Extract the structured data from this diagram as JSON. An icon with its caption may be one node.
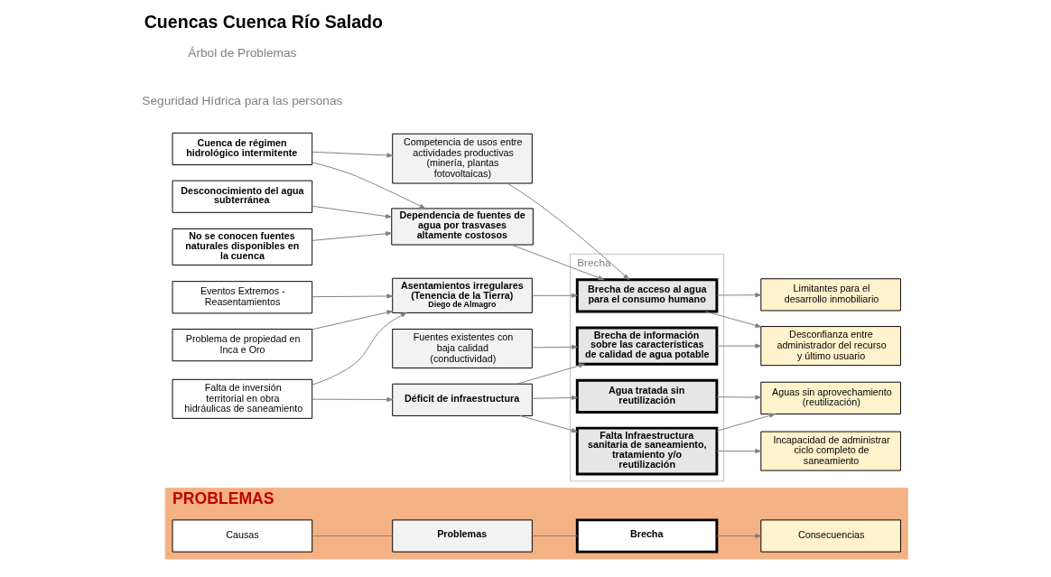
{
  "diagram": {
    "title": "Cuencas Cuenca Río Salado",
    "nodes": [
      {
        "text": [
          "PROBLEMAS"
        ]
      },
      {
        "text": [
          "Causas"
        ],
        "in": 0
      },
      {
        "text": [
          "Problemas"
        ],
        "in": 0
      },
      {
        "text": [
          "Brecha"
        ],
        "in": 0
      },
      {
        "text": [
          "Consecuencias"
        ],
        "in": 0
      },
      {
        "text": [
          "Cuenca de régimen hidrológico intermitente"
        ]
      },
      {
        "text": [
          "Desconocimiento del agua subterránea"
        ]
      },
      {
        "text": [
          "No se conocen fuentes naturales disponibles en la cuenca"
        ]
      },
      {
        "text": [
          "Eventos Extremos - Reasentamientos"
        ]
      },
      {
        "text": [
          "Problema de propiedad en Inca e Oro"
        ]
      },
      {
        "text": [
          "Falta de inversión territorial en obra hidráulicas de saneamiento"
        ]
      },
      {
        "text": [
          "Competencia de usos entre actividades productivas (minería, plantas fotovoltaicas)"
        ]
      },
      {
        "text": [
          "Dependencia de fuentes de agua por trasvases altamente costosos"
        ]
      },
      {
        "text": [
          "Fuentes existentes con baja calidad (conductividad)"
        ]
      },
      {
        "text": [
          "Asentamientos irregulares (Tenencia de la Tierra)",
          "Diego de Almagro"
        ]
      },
      {
        "text": [
          "Déficit de infraestructura"
        ]
      },
      {
        "text": [
          "Brecha"
        ]
      },
      {
        "text": [
          "Brecha de acceso al agua para el consumo humano"
        ],
        "in": 16
      },
      {
        "text": [
          "Brecha de información sobre las características de calidad de agua potable"
        ],
        "in": 16
      },
      {
        "text": [
          "Falta Infraestructura sanitaria de saneamiento, tratamiento y/o reutilización"
        ],
        "in": 16
      },
      {
        "text": [
          "Agua tratada sin reutilización"
        ],
        "in": 16
      },
      {
        "text": [
          "Limitantes para el desarrollo inmobiliario"
        ]
      },
      {
        "text": [
          "Desconfianza entre administrador del recurso y último usuario"
        ]
      },
      {
        "text": [
          "Incapacidad de administrar ciclo completo de saneamiento"
        ]
      },
      {
        "text": [
          "Aguas sin aprovechamiento (reutilización)"
        ]
      }
    ],
    "edges": [
      {
        "from": 1,
        "to": 2,
        "arrow": "none"
      },
      {
        "from": 2,
        "to": 3,
        "arrow": "none"
      },
      {
        "from": 3,
        "to": 4,
        "arrow": "to"
      },
      {
        "from": 5,
        "to": 11,
        "arrow": "to"
      },
      {
        "from": 5,
        "to": 12,
        "arrow": "to"
      },
      {
        "from": 6,
        "to": 12,
        "arrow": "to"
      },
      {
        "from": 7,
        "to": 12,
        "arrow": "to"
      },
      {
        "from": 8,
        "to": 14,
        "arrow": "to"
      },
      {
        "from": 9,
        "to": 14,
        "arrow": "to"
      },
      {
        "from": 10,
        "to": 14,
        "arrow": "to"
      },
      {
        "from": 10,
        "to": 15,
        "arrow": "to"
      },
      {
        "from": 11,
        "to": 17,
        "arrow": "to"
      },
      {
        "from": 12,
        "to": 17,
        "arrow": "to"
      },
      {
        "from": 13,
        "to": 18,
        "arrow": "to"
      },
      {
        "from": 14,
        "to": 17,
        "arrow": "to"
      },
      {
        "from": 15,
        "to": 18,
        "arrow": "to"
      },
      {
        "from": 15,
        "to": 19,
        "arrow": "to"
      },
      {
        "from": 15,
        "to": 20,
        "arrow": "to"
      },
      {
        "from": 17,
        "to": 21,
        "arrow": "to"
      },
      {
        "from": 17,
        "to": 22,
        "arrow": "to"
      },
      {
        "from": 18,
        "to": 22,
        "arrow": "to"
      },
      {
        "from": 19,
        "to": 23,
        "arrow": "to"
      },
      {
        "from": 19,
        "to": 24,
        "arrow": "to"
      },
      {
        "from": 20,
        "to": 24,
        "arrow": "to"
      }
    ],
    "labels": [
      "Seguridad Hídrica para las personas",
      "Árbol de Problemas"
    ]
  }
}
